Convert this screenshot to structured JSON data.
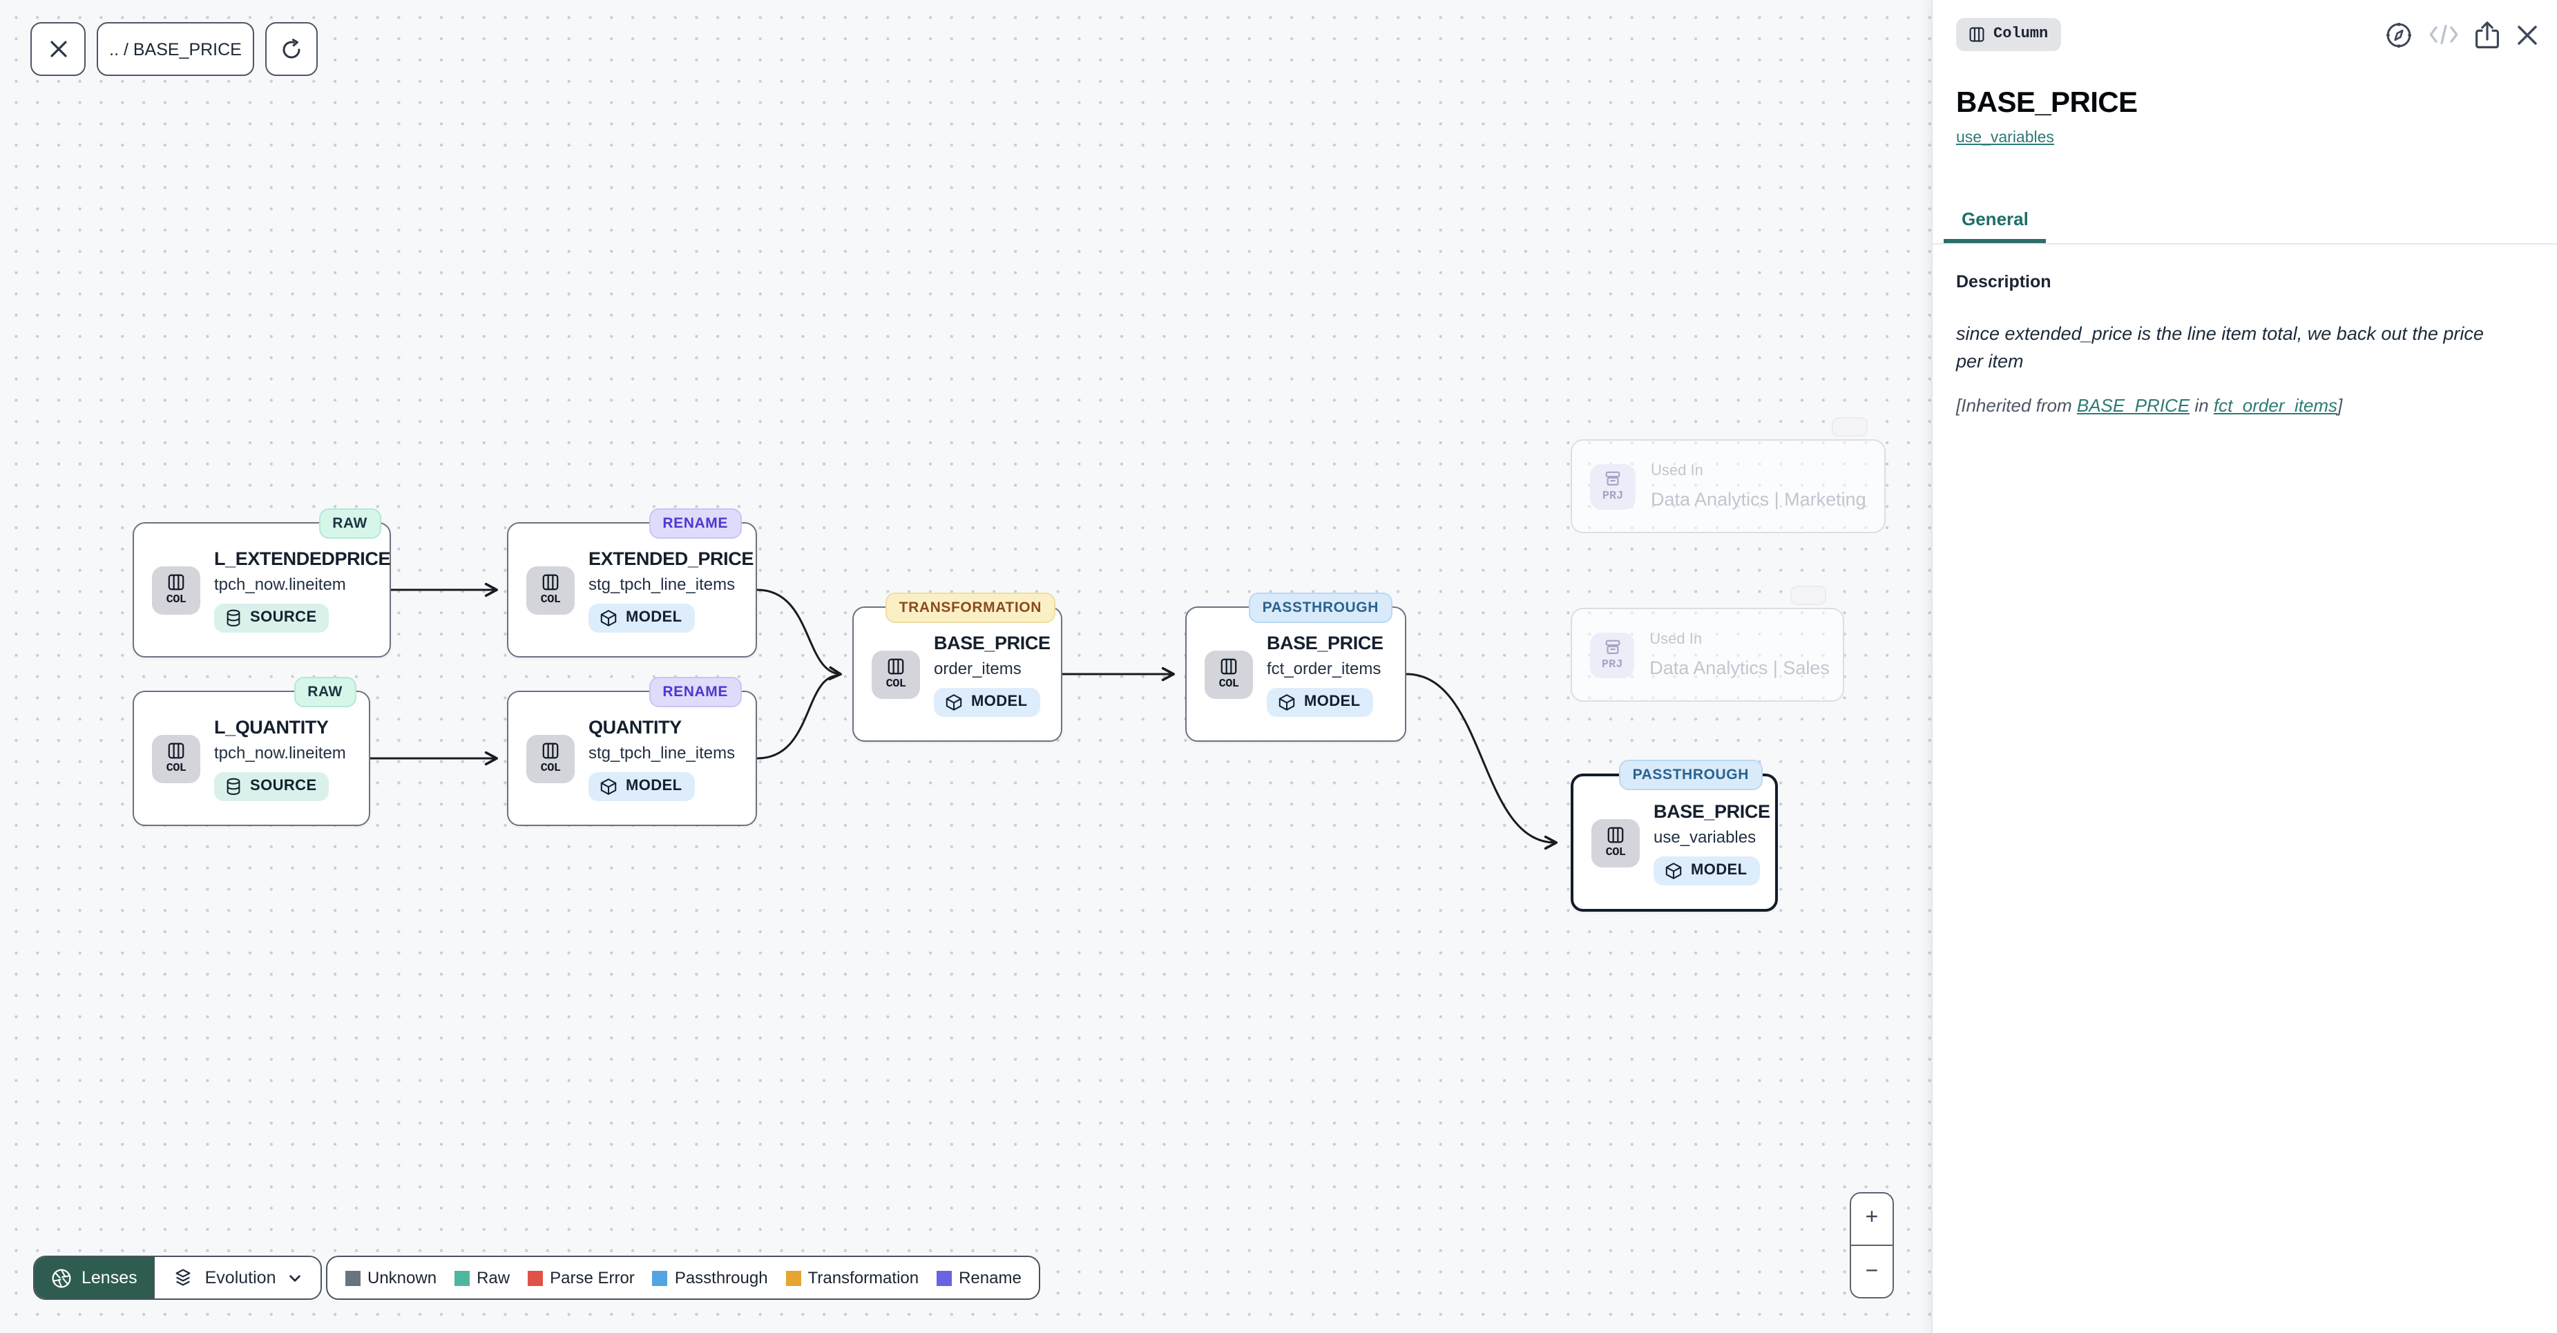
{
  "toolbar": {
    "breadcrumb": ".. / BASE_PRICE"
  },
  "nodes": [
    {
      "badge": "RAW",
      "title": "L_EXTENDEDPRICE",
      "subtitle": "tpch_now.lineitem",
      "chip": "COL",
      "type": "SOURCE"
    },
    {
      "badge": "RENAME",
      "title": "EXTENDED_PRICE",
      "subtitle": "stg_tpch_line_items",
      "chip": "COL",
      "type": "MODEL"
    },
    {
      "badge": "RAW",
      "title": "L_QUANTITY",
      "subtitle": "tpch_now.lineitem",
      "chip": "COL",
      "type": "SOURCE"
    },
    {
      "badge": "RENAME",
      "title": "QUANTITY",
      "subtitle": "stg_tpch_line_items",
      "chip": "COL",
      "type": "MODEL"
    },
    {
      "badge": "TRANSFORMATION",
      "title": "BASE_PRICE",
      "subtitle": "order_items",
      "chip": "COL",
      "type": "MODEL"
    },
    {
      "badge": "PASSTHROUGH",
      "title": "BASE_PRICE",
      "subtitle": "fct_order_items",
      "chip": "COL",
      "type": "MODEL"
    },
    {
      "badge": "PASSTHROUGH",
      "title": "BASE_PRICE",
      "subtitle": "use_variables",
      "chip": "COL",
      "type": "MODEL"
    }
  ],
  "ghost_nodes": [
    {
      "label": "Used In",
      "name": "Data Analytics | Marketing",
      "chip": "PRJ"
    },
    {
      "label": "Used In",
      "name": "Data Analytics | Sales",
      "chip": "PRJ"
    }
  ],
  "lenses": {
    "button_label": "Lenses",
    "dropdown_label": "Evolution"
  },
  "legend": {
    "items": [
      {
        "label": "Unknown",
        "color": "#6b7280"
      },
      {
        "label": "Raw",
        "color": "#4fb69e"
      },
      {
        "label": "Parse Error",
        "color": "#df5347"
      },
      {
        "label": "Passthrough",
        "color": "#54a4e2"
      },
      {
        "label": "Transformation",
        "color": "#e7a52f"
      },
      {
        "label": "Rename",
        "color": "#6b62e4"
      }
    ]
  },
  "zoom_controls": {
    "zoom_in": "+",
    "zoom_out": "−"
  },
  "panel": {
    "type_badge": "Column",
    "title": "BASE_PRICE",
    "subtitle_link": "use_variables",
    "tabs": [
      {
        "label": "General",
        "active": true
      }
    ],
    "description": {
      "heading": "Description",
      "body": "since extended_price is the line item total, we back out the price per item",
      "inherited_prefix": "[Inherited from ",
      "inherited_link1": "BASE_PRICE",
      "inherited_middle": " in ",
      "inherited_link2": "fct_order_items",
      "inherited_suffix": "]"
    }
  },
  "colors": {
    "canvas_bg": "#f7f8fa",
    "raw_badge_bg": "#d5f6e9",
    "rename_badge_bg": "#dedcfa",
    "rename_badge_text": "#4b39cf",
    "transformation_badge_bg": "#fbf0c5",
    "transformation_badge_text": "#8c4a1f",
    "passthrough_badge_bg": "#d9eafb",
    "passthrough_badge_text": "#2b628e",
    "source_type_bg": "#d9f1ea",
    "model_type_bg": "#ddedfb",
    "lenses_button_bg": "#2e5c50",
    "accent_teal": "#2c7a74"
  }
}
